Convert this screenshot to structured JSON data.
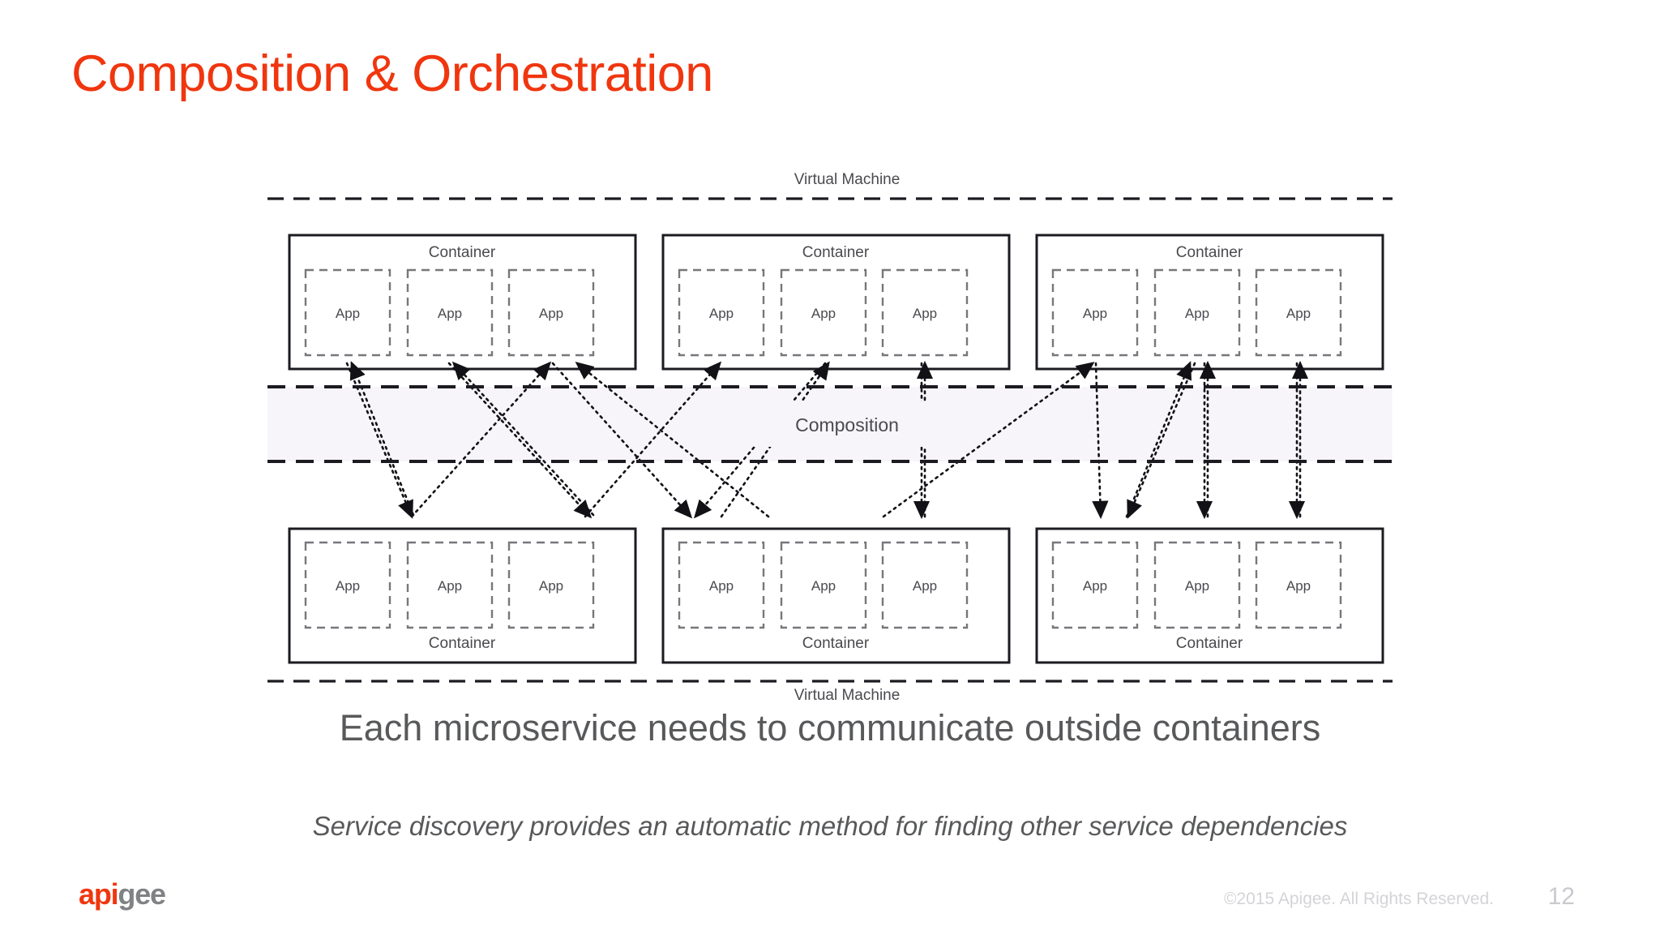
{
  "slide": {
    "title": "Composition & Orchestration",
    "title_color": "#F0360F",
    "caption_main": "Each microservice needs to communicate outside containers",
    "caption_sub": "Service discovery provides an automatic method for finding other service dependencies",
    "caption_color": "#58595B"
  },
  "diagram": {
    "vm_top_label": "Virtual Machine",
    "vm_bottom_label": "Virtual Machine",
    "composition_label": "Composition",
    "composition_fill": "#F7F5F9",
    "app_label": "App",
    "container_label": "Container",
    "top_containers": [
      {
        "label": "Container",
        "apps": [
          "App",
          "App",
          "App"
        ]
      },
      {
        "label": "Container",
        "apps": [
          "App",
          "App",
          "App"
        ]
      },
      {
        "label": "Container",
        "apps": [
          "App",
          "App",
          "App"
        ]
      }
    ],
    "bottom_containers": [
      {
        "label": "Container",
        "apps": [
          "App",
          "App",
          "App"
        ]
      },
      {
        "label": "Container",
        "apps": [
          "App",
          "App",
          "App"
        ]
      },
      {
        "label": "Container",
        "apps": [
          "App",
          "App",
          "App"
        ]
      }
    ],
    "line_color": "#1b1b21",
    "app_border_color": "#77777c"
  },
  "footer": {
    "logo_part1": "api",
    "logo_part2": "gee",
    "logo_color1": "#F0360F",
    "logo_color2": "#808285",
    "copyright": "©2015 Apigee. All Rights Reserved.",
    "page_number": "12"
  }
}
